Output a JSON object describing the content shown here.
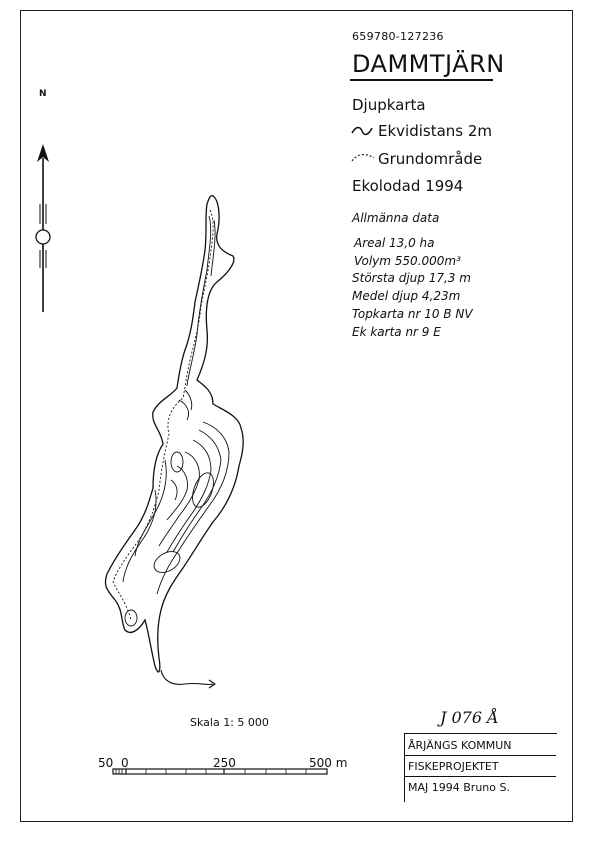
{
  "map_id": "659780-127236",
  "title": "DAMMTJÄRN",
  "subtitle": "Djupkarta",
  "legend": {
    "contour_label": "Ekvidistans 2m",
    "shallow_label": "Grundområde",
    "survey_label": "Ekolodad 1994"
  },
  "general": {
    "heading": "Allmänna data",
    "area": "Areal 13,0 ha",
    "volume": "Volym 550.000m³",
    "max_depth": "Största djup 17,3 m",
    "mean_depth": "Medel djup 4,23m",
    "topo_map": "Topkarta nr 10 B NV",
    "eco_map": "Ek karta nr 9 E"
  },
  "north_label": "N",
  "scale": {
    "label": "Skala 1: 5 000",
    "ticks": [
      "50",
      "0",
      "250",
      "500 m"
    ]
  },
  "handwritten_ref": "J 076 Å",
  "title_block": {
    "municipality": "ÅRJÄNGS KOMMUN",
    "project": "FISKEPROJEKTET",
    "date_author": "MAJ 1994   Bruno S."
  }
}
